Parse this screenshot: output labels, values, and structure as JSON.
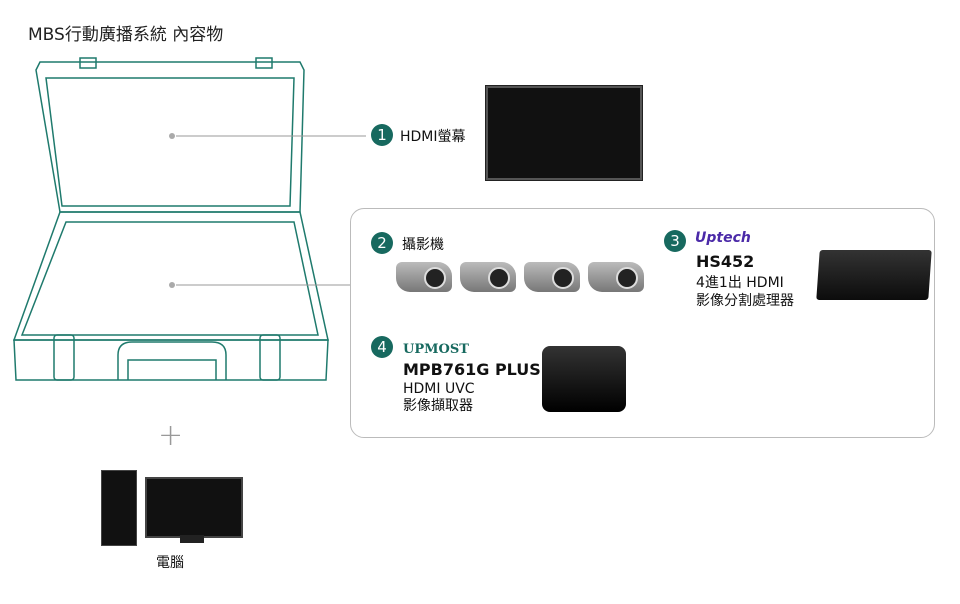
{
  "title": "MBS行動廣播系統 內容物",
  "items": [
    {
      "num": "1",
      "label": "HDMI螢幕"
    },
    {
      "num": "2",
      "label": "攝影機"
    },
    {
      "num": "3",
      "brand": "Uptech",
      "model": "HS452",
      "desc1": "4進1出 HDMI",
      "desc2": "影像分割處理器"
    },
    {
      "num": "4",
      "brand": "UPMOST",
      "model": "MPB761G PLUS",
      "desc1": "HDMI UVC",
      "desc2": "影像擷取器"
    }
  ],
  "plus": "+",
  "computer_label": "電腦",
  "colors": {
    "teal": "#17695f",
    "uptech": "#4b2aa8"
  }
}
